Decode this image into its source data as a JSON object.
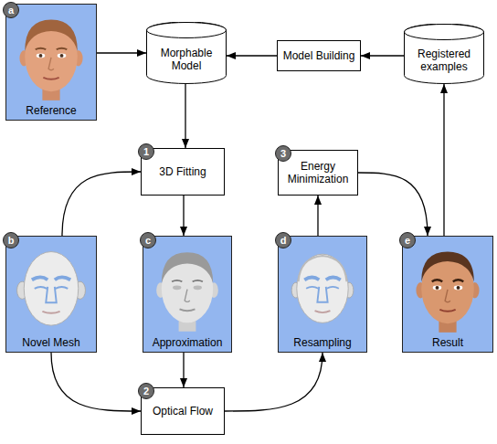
{
  "diagram": {
    "nodes": [
      {
        "text": [
          "Reference"
        ]
      },
      {
        "text": [
          "Morphable Model"
        ]
      },
      {
        "text": [
          "Model Building"
        ]
      },
      {
        "text": [
          "Registered examples"
        ]
      },
      {
        "text": [
          "3D Fitting"
        ]
      },
      {
        "text": [
          "Energy Minimization"
        ]
      },
      {
        "text": [
          "Novel Mesh"
        ]
      },
      {
        "text": [
          "Approximation"
        ]
      },
      {
        "text": [
          "Resampling"
        ]
      },
      {
        "text": [
          "Result"
        ]
      },
      {
        "text": [
          "Optical Flow"
        ]
      }
    ],
    "edges": [
      {
        "from": 0,
        "to": 1,
        "arrow": "to"
      },
      {
        "from": 2,
        "to": 1,
        "arrow": "to"
      },
      {
        "from": 3,
        "to": 2,
        "arrow": "to"
      },
      {
        "from": 1,
        "to": 4,
        "arrow": "to"
      },
      {
        "from": 6,
        "to": 4,
        "arrow": "to"
      },
      {
        "from": 4,
        "to": 7,
        "arrow": "to"
      },
      {
        "from": 7,
        "to": 10,
        "arrow": "to"
      },
      {
        "from": 6,
        "to": 10,
        "arrow": "to"
      },
      {
        "from": 10,
        "to": 8,
        "arrow": "to"
      },
      {
        "from": 8,
        "to": 5,
        "arrow": "to"
      },
      {
        "from": 5,
        "to": 9,
        "arrow": "to"
      },
      {
        "from": 9,
        "to": 3,
        "arrow": "to"
      }
    ],
    "labels": [
      "a",
      "1",
      "3",
      "b",
      "c",
      "d",
      "e",
      "2"
    ]
  }
}
